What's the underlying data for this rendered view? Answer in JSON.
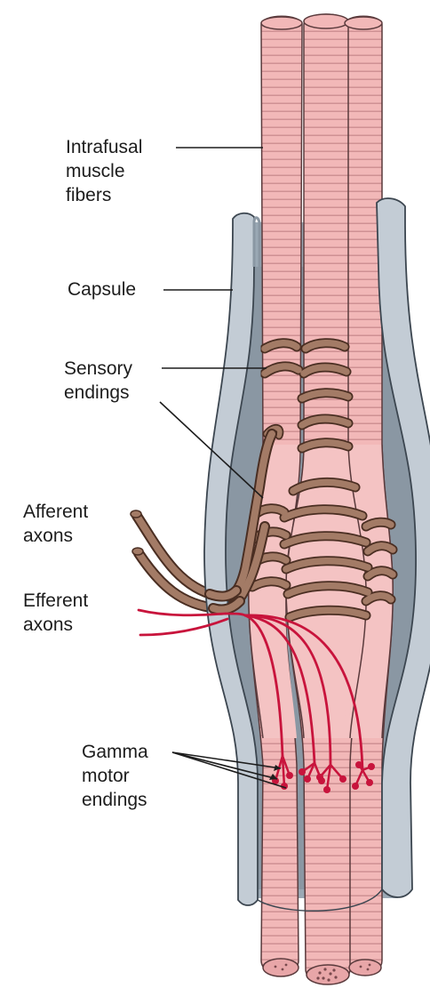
{
  "labels": {
    "intrafusal": "Intrafusal\nmuscle\nfibers",
    "capsule": "Capsule",
    "sensory": "Sensory\nendings",
    "afferent": "Afferent\naxons",
    "efferent": "Efferent\naxons",
    "gamma": "Gamma\nmotor\nendings"
  },
  "colors": {
    "fiber_fill": "#f2b8b8",
    "fiber_stripe": "#c98a8e",
    "fiber_outline": "#5a3a3c",
    "capsule_fill": "#c3ccd5",
    "capsule_dark": "#8a97a3",
    "capsule_outline": "#3c4650",
    "sensory_fill": "#a37b66",
    "sensory_outline": "#4a2e22",
    "efferent": "#c8143c",
    "leader_line": "#1d1d1d"
  },
  "icons": [
    "muscle-spindle-illustration"
  ]
}
